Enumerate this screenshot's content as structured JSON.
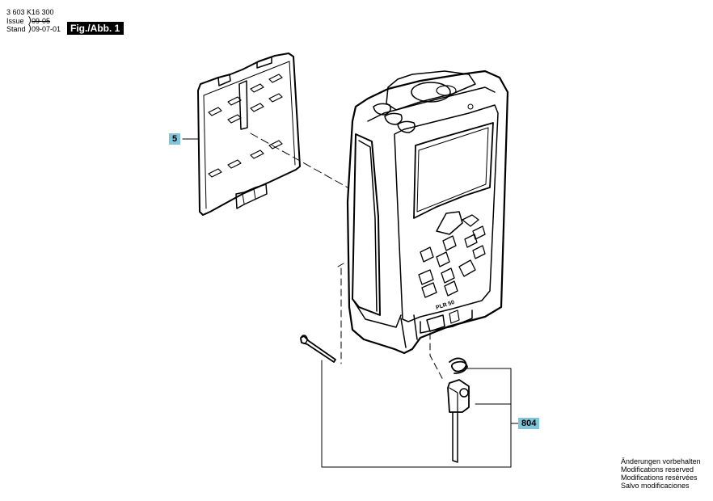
{
  "header": {
    "doc_number": "3 603 K16 300",
    "issue_label": "Issue",
    "issue_date": "09-05",
    "stand_label": "Stand",
    "stand_date": "09-07-01",
    "figure_label": "Fig./Abb. 1"
  },
  "callouts": {
    "cover": "5",
    "clip_assembly": "804"
  },
  "device_label": "PLR 50",
  "disclaimer": [
    "Änderungen vorbehalten",
    "Modifications reserved",
    "Modifications resérvées",
    "Salvo modificaciones"
  ]
}
